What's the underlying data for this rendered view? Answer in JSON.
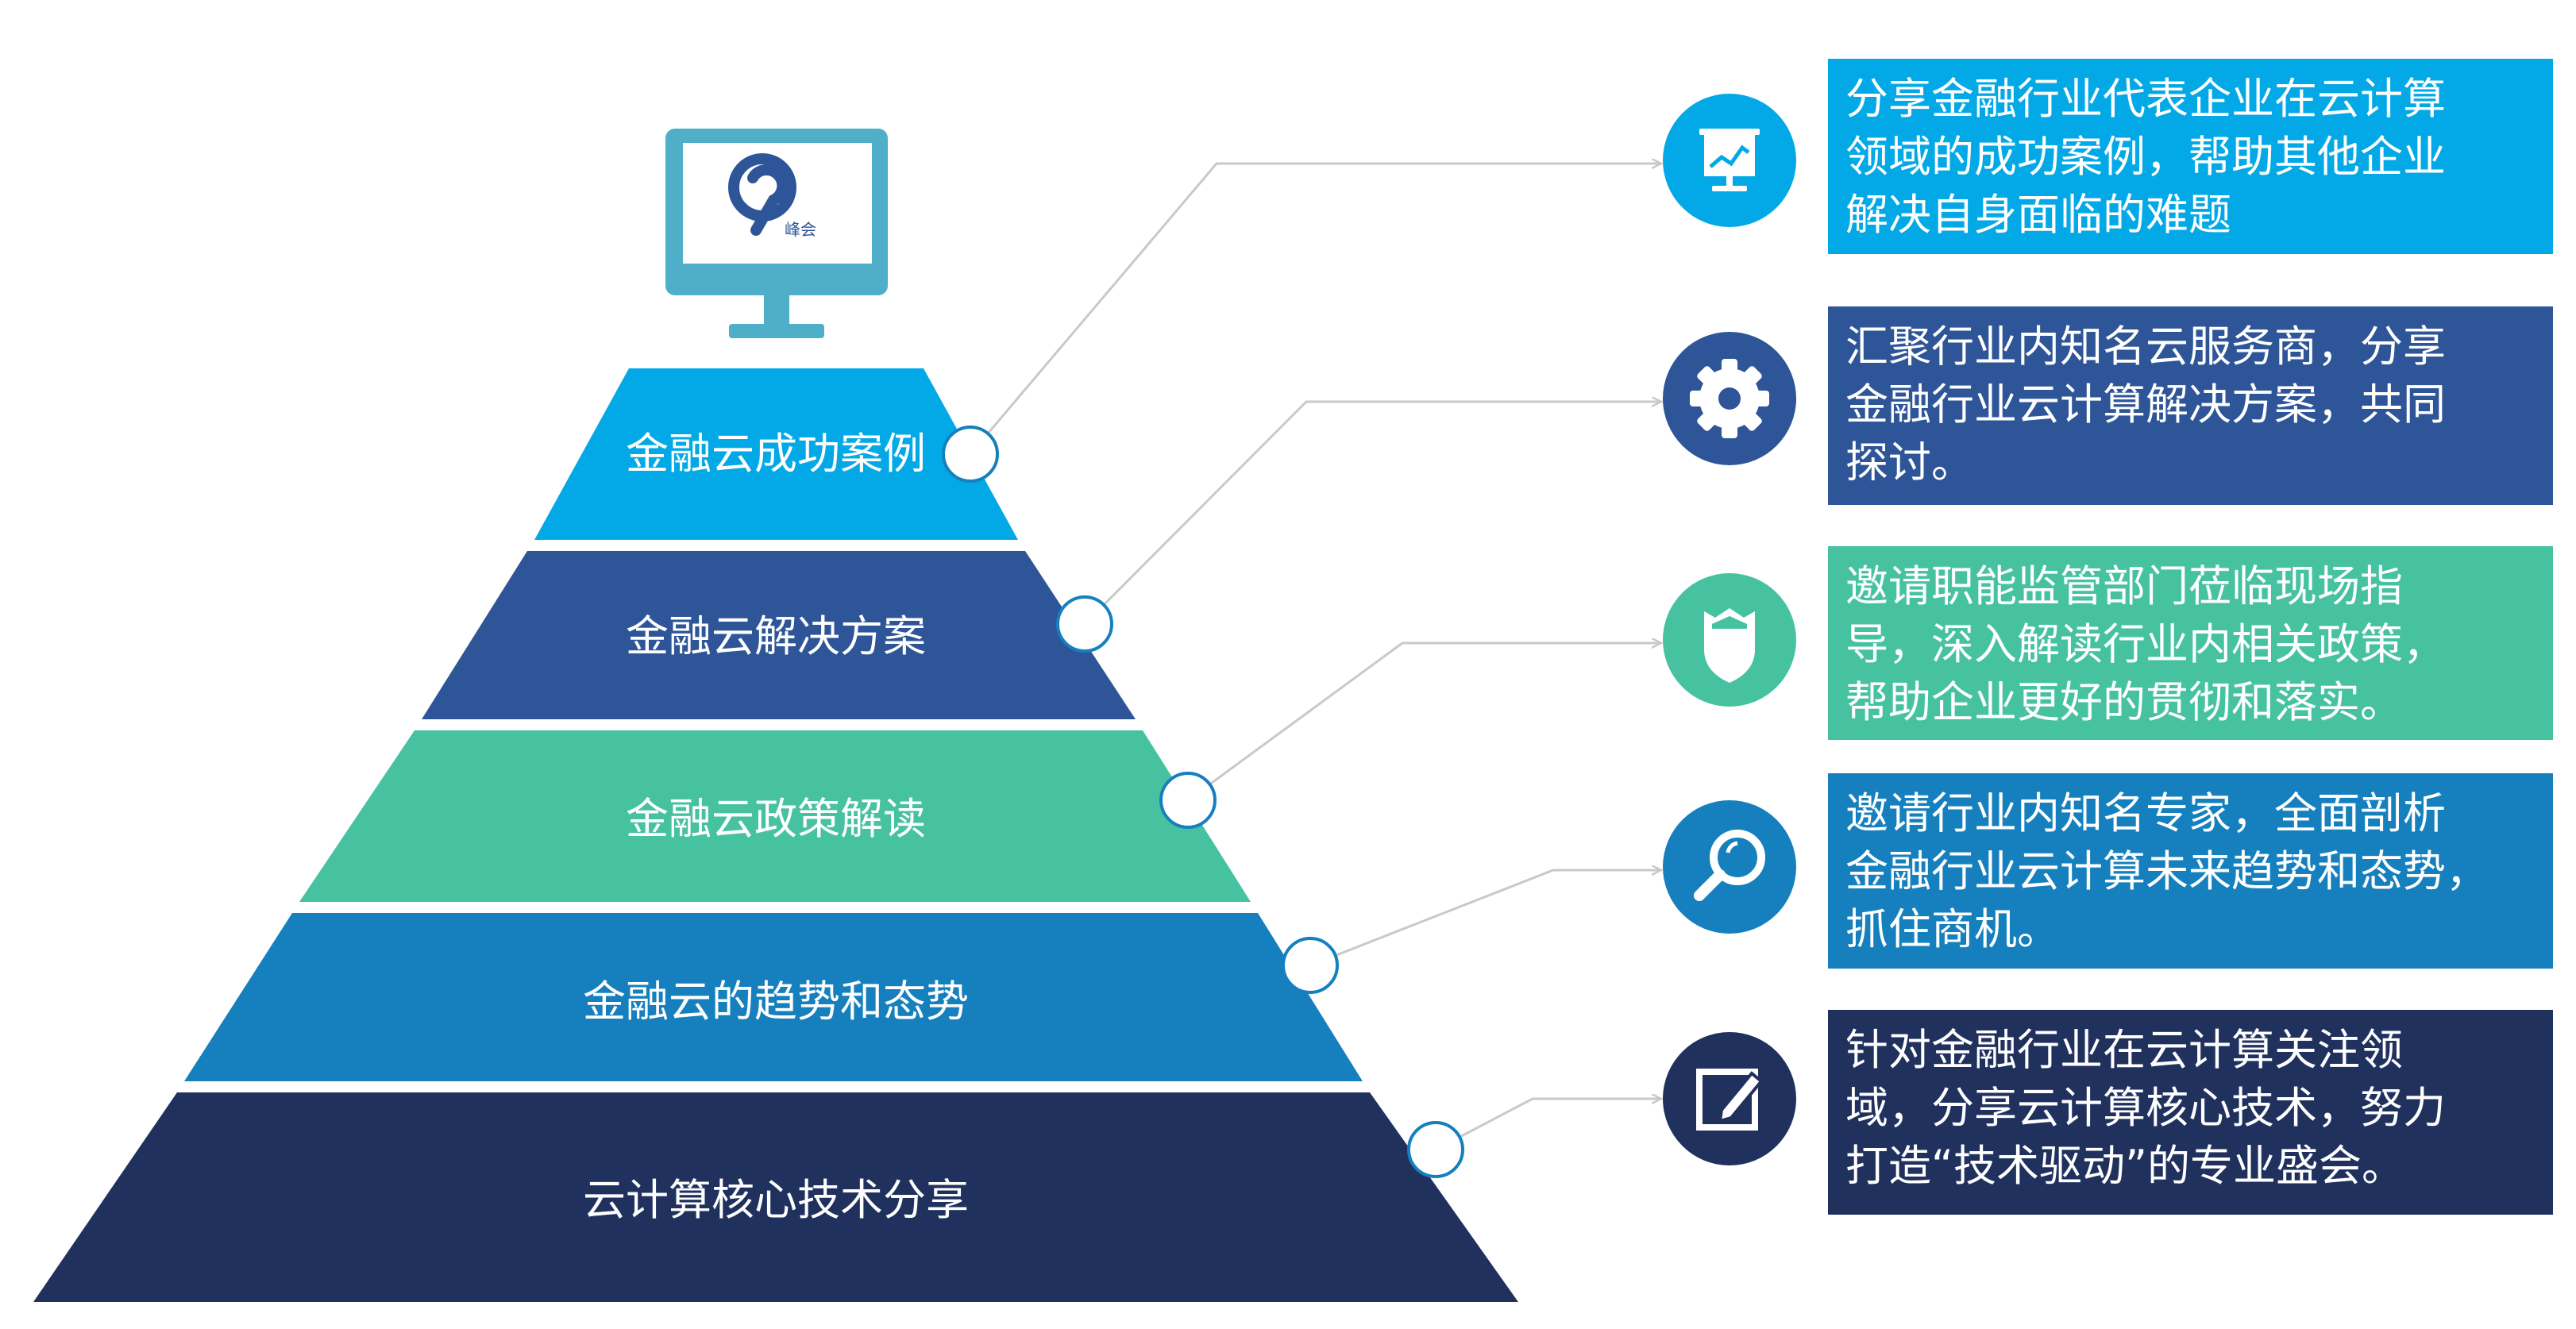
{
  "pyramid": {
    "levels": [
      {
        "label": "金融云成功案例",
        "color": "#03A9E6"
      },
      {
        "label": "金融云解决方案",
        "color": "#2E5597"
      },
      {
        "label": "金融云政策解读",
        "color": "#46C2A1"
      },
      {
        "label": "金融云的趋势和态势",
        "color": "#1580BD"
      },
      {
        "label": "云计算核心技术分享",
        "color": "#20315E"
      }
    ]
  },
  "descriptions": [
    {
      "icon": "presentation-board-icon",
      "color": "#03A9E6",
      "lines": [
        "分享金融行业代表企业在云计算",
        "领域的成功案例，帮助其他企业",
        "解决自身面临的难题"
      ]
    },
    {
      "icon": "gear-icon",
      "color": "#2E5597",
      "lines": [
        "汇聚行业内知名云服务商，分享",
        "金融行业云计算解决方案，共同",
        "探讨。"
      ]
    },
    {
      "icon": "shield-icon",
      "color": "#46C2A1",
      "lines": [
        "邀请职能监管部门莅临现场指",
        "导，深入解读行业内相关政策，",
        "帮助企业更好的贯彻和落实。"
      ]
    },
    {
      "icon": "magnifier-icon",
      "color": "#1580BD",
      "lines": [
        "邀请行业内知名专家，全面剖析",
        "金融行业云计算未来趋势和态势，",
        "抓住商机。"
      ]
    },
    {
      "icon": "edit-icon",
      "color": "#20315E",
      "lines": [
        "针对金融行业在云计算关注领",
        "域，分享云计算核心技术，努力",
        "打造“技术驱动”的专业盛会。"
      ]
    }
  ],
  "monitor": {
    "logo_text": "峰会",
    "color": "#4FAFC9"
  }
}
